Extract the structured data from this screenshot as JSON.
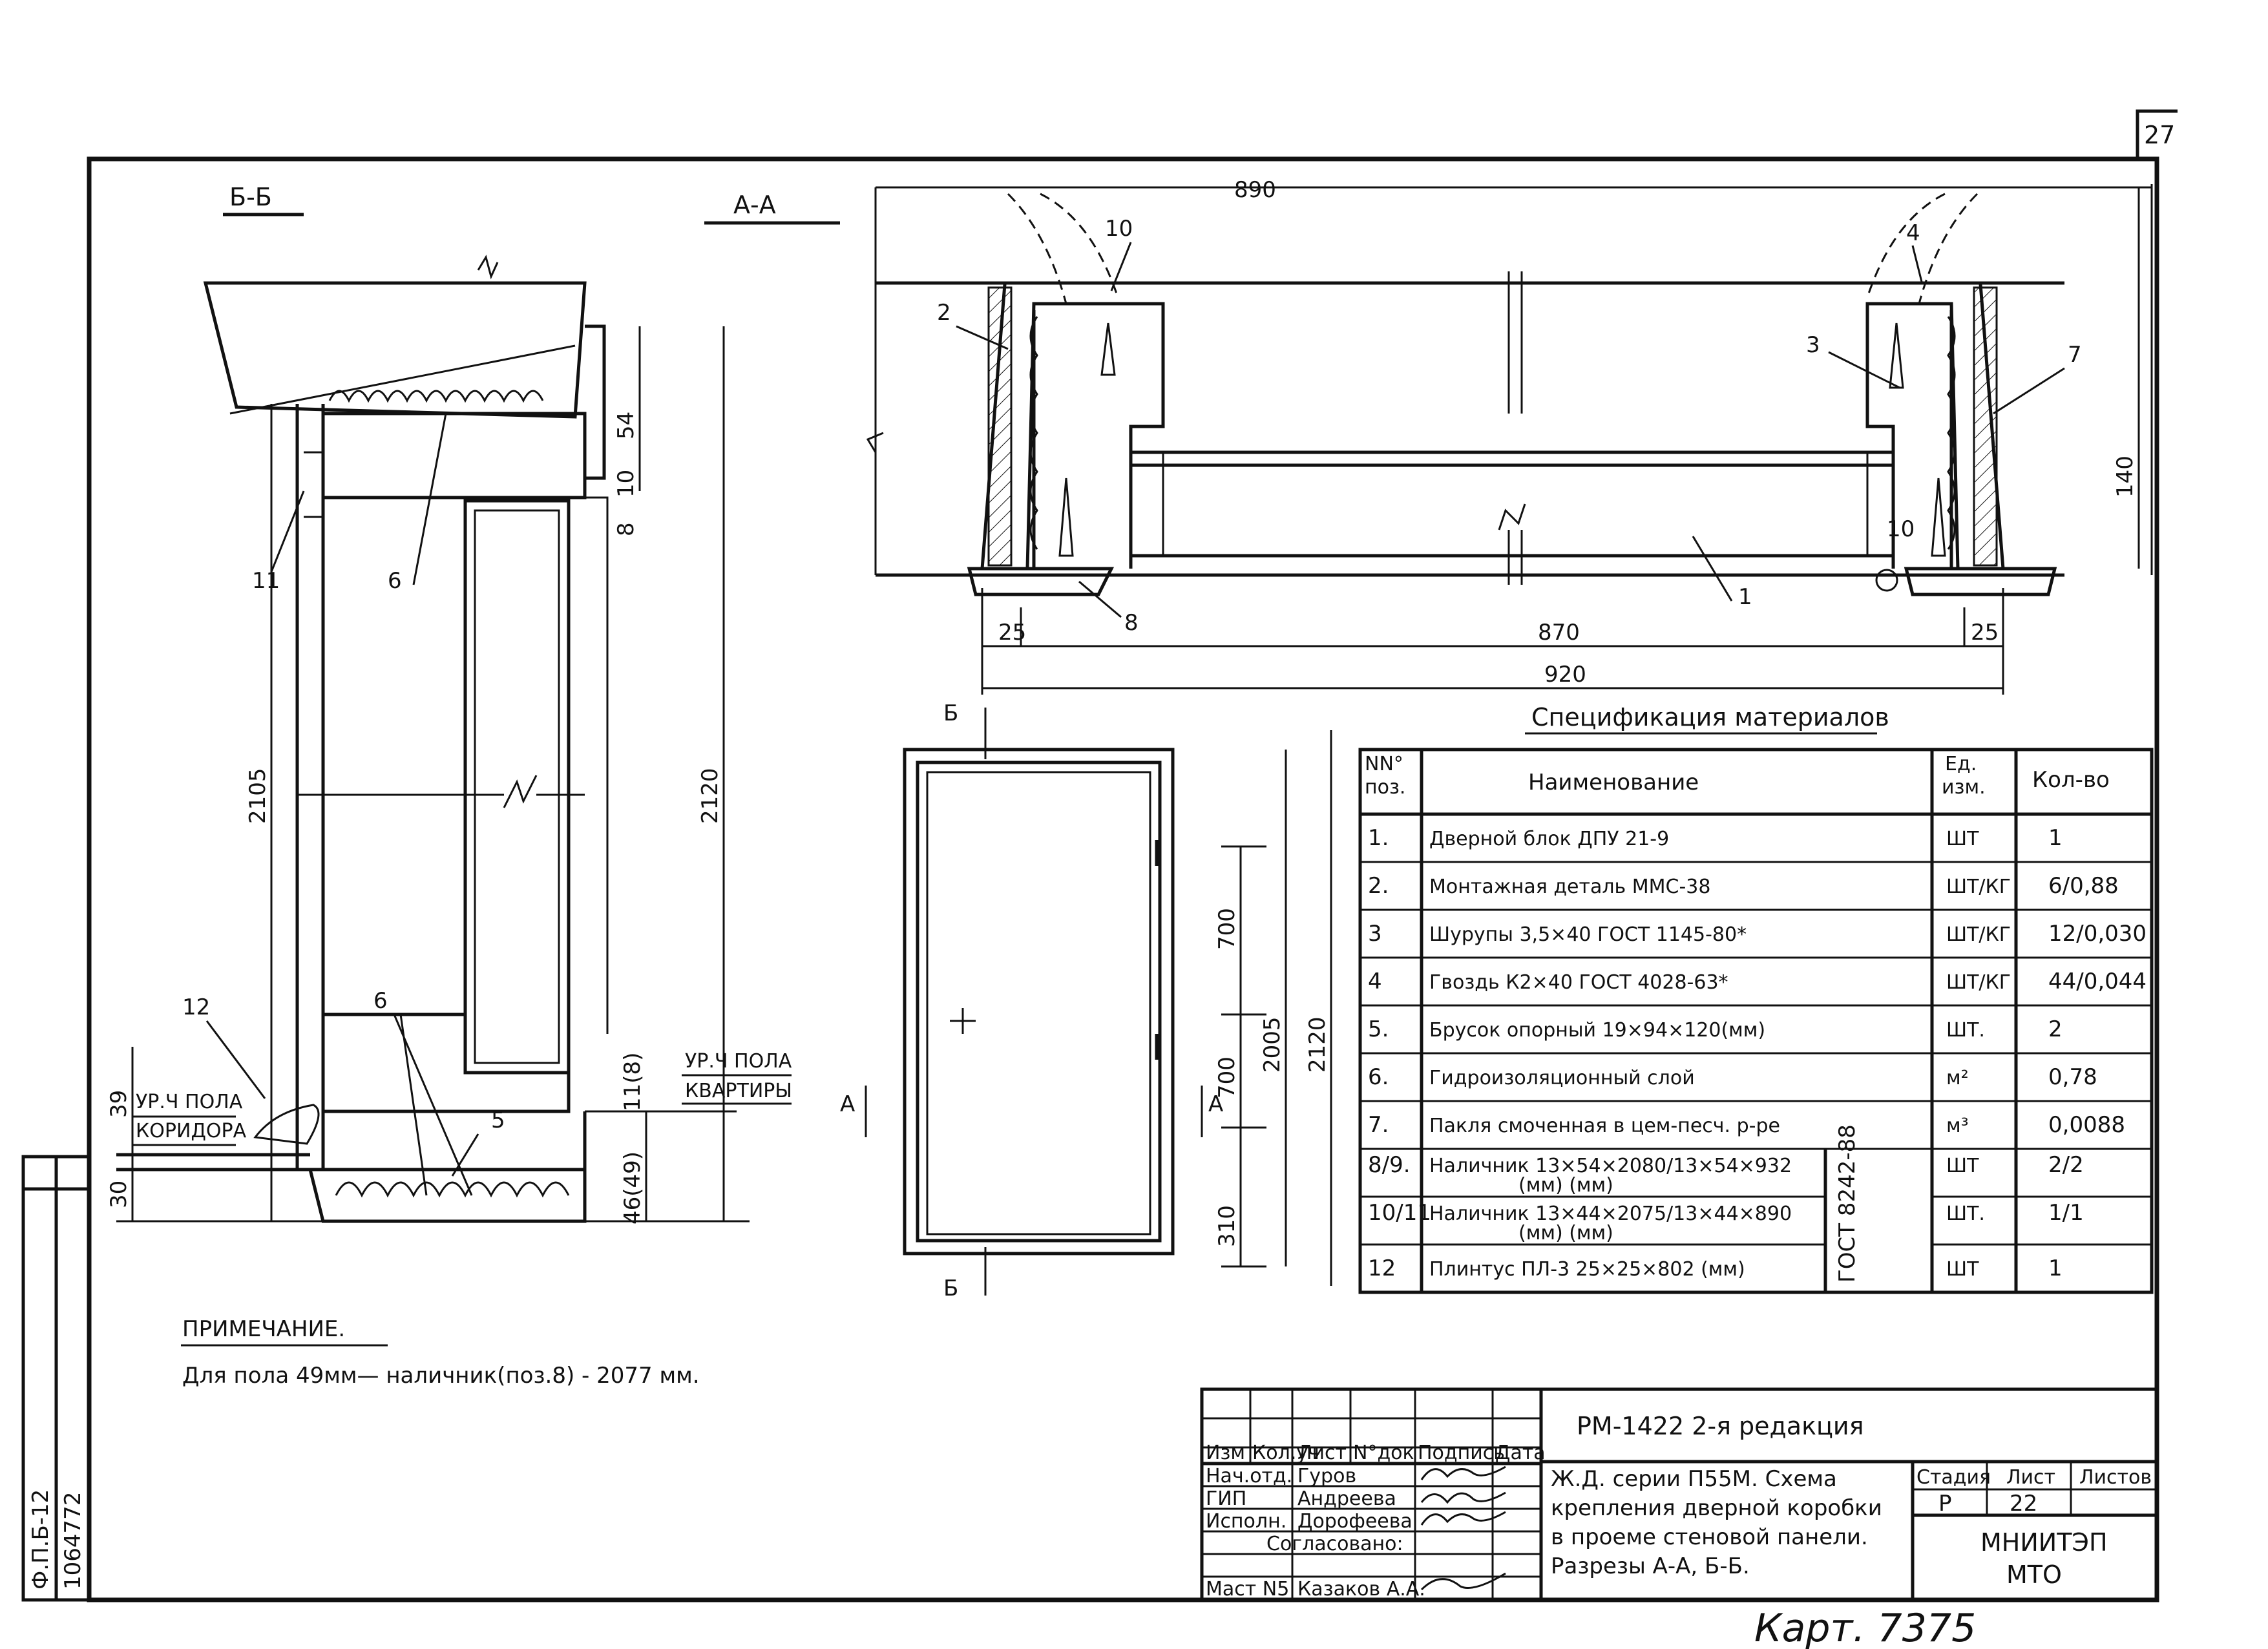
{
  "sheet_number": "27",
  "sections": {
    "bb": "Б-Б",
    "aa": "А-А"
  },
  "dims": {
    "d890": "890",
    "d870": "870",
    "d920": "920",
    "d25l": "25",
    "d25r": "25",
    "d140": "140",
    "d2105": "2105",
    "d2120_bb": "2120",
    "d54": "54",
    "d10": "10",
    "d8": "8",
    "d39": "39",
    "d30": "30",
    "d11_8": "11(8)",
    "d46_49": "46(49)",
    "d700a": "700",
    "d700b": "700",
    "d310": "310",
    "d2005": "2005",
    "d2120_fr": "2120"
  },
  "callouts": {
    "c1": "1",
    "c2": "2",
    "c3": "3",
    "c4": "4",
    "c5": "5",
    "c6a": "6",
    "c6b": "6",
    "c7": "7",
    "c8": "8",
    "c10a": "10",
    "c10b": "10",
    "c11": "11",
    "c12": "12"
  },
  "floor_labels": {
    "corr_l1": "УР.Ч ПОЛА",
    "corr_l2": "КОРИДОРА",
    "apt_l1": "УР.Ч ПОЛА",
    "apt_l2": "КВАРТИРЫ"
  },
  "section_marks": {
    "b_top": "Б",
    "b_bottom": "Б",
    "a_left": "А",
    "a_right": "А"
  },
  "note": {
    "title": "ПРИМЕЧАНИЕ.",
    "text": "Для пола 49мм— наличник(поз.8) - 2077 мм."
  },
  "spec": {
    "title": "Спецификация материалов",
    "headers": {
      "pos_l1": "NN°",
      "pos_l2": "поз.",
      "name": "Наименование",
      "unit_l1": "Ед.",
      "unit_l2": "изм.",
      "qty": "Кол-во"
    },
    "rows": [
      {
        "pos": "1.",
        "name": "Дверной блок ДПУ 21-9",
        "unit": "ШТ",
        "qty": "1"
      },
      {
        "pos": "2.",
        "name": "Монтажная деталь ММС-38",
        "unit": "ШТ/КГ",
        "qty": "6/0,88"
      },
      {
        "pos": "3",
        "name": "Шурупы 3,5×40 ГОСТ 1145-80*",
        "unit": "ШТ/КГ",
        "qty": "12/0,030"
      },
      {
        "pos": "4",
        "name": "Гвоздь К2×40 ГОСТ 4028-63*",
        "unit": "ШТ/КГ",
        "qty": "44/0,044"
      },
      {
        "pos": "5.",
        "name": "Брусок опорный 19×94×120(мм)",
        "unit": "ШТ.",
        "qty": "2"
      },
      {
        "pos": "6.",
        "name": "Гидроизоляционный слой",
        "unit": "м²",
        "qty": "0,78"
      },
      {
        "pos": "7.",
        "name": "Пакля смоченная в цем-песч. р-ре",
        "unit": "м³",
        "qty": "0,0088"
      },
      {
        "pos": "8/9.",
        "name": "Наличник 13×54×2080/13×54×932",
        "sub": "(мм)            (мм)",
        "unit": "ШТ",
        "qty": "2/2"
      },
      {
        "pos": "10/11",
        "name": "Наличник 13×44×2075/13×44×890",
        "sub": "(мм)            (мм)",
        "unit": "ШТ.",
        "qty": "1/1"
      },
      {
        "pos": "12",
        "name": "Плинтус ПЛ-3 25×25×802 (мм)",
        "unit": "ШТ",
        "qty": "1"
      }
    ],
    "gost": "ГОСТ 8242-88"
  },
  "title_block": {
    "code": "РМ-1422 2-я редакция",
    "col_headers": {
      "izm": "Изм",
      "kol": "Кол.уч",
      "list": "Лист",
      "ndok": "N°док",
      "sign": "Подпись",
      "date": "Дата"
    },
    "roles": [
      {
        "role": "Нач.отд.",
        "name": "Гуров"
      },
      {
        "role": "ГИП",
        "name": "Андреева"
      },
      {
        "role": "Исполн.",
        "name": "Дорофеева"
      }
    ],
    "agreed": "Согласовано:",
    "last_role": "Маст N5",
    "last_name": "Казаков А.А.",
    "desc_l1": "Ж.Д. серии П55М. Схема",
    "desc_l2": "крепления дверной коробки",
    "desc_l3": "в проеме стеновой панели.",
    "desc_l4": "Разрезы А-А, Б-Б.",
    "stage_label": "Стадия",
    "sheet_label": "Лист",
    "sheets_label": "Листов",
    "stage": "Р",
    "sheet": "22",
    "org_l1": "МНИИТЭП",
    "org_l2": "МТО"
  },
  "stamp": {
    "v1": "Ф.П.Б-12",
    "v2": "1064772"
  },
  "handwritten": "Карт. 7375"
}
